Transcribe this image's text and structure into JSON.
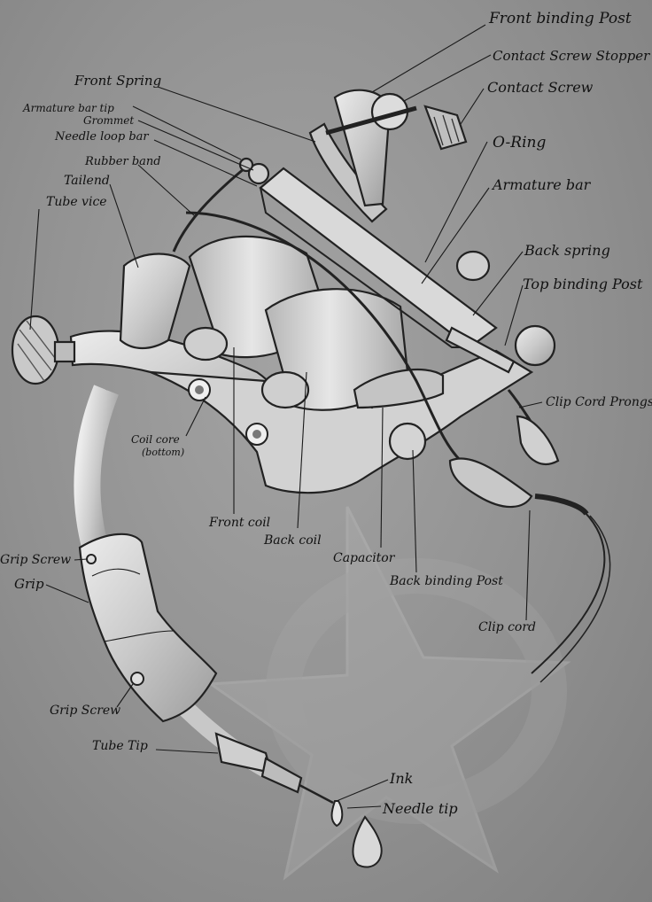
{
  "labels": {
    "front_binding_post": "Front binding Post",
    "contact_screw_stopper": "Contact Screw Stopper",
    "contact_screw": "Contact Screw",
    "o_ring": "O-Ring",
    "armature_bar": "Armature bar",
    "back_spring": "Back spring",
    "top_binding_post": "Top binding Post",
    "clip_cord_prongs": "Clip Cord Prongs",
    "front_spring": "Front Spring",
    "armature_bar_tip": "Armature bar tip",
    "grommet": "Grommet",
    "needle_loop_bar": "Needle loop bar",
    "rubber_band": "Rubber band",
    "tailend": "Tailend",
    "tube_vice": "Tube vice",
    "coil_core_line1": "Coil core",
    "coil_core_line2": "(bottom)",
    "front_coil": "Front coil",
    "back_coil": "Back coil",
    "capacitor": "Capacitor",
    "back_binding_post": "Back binding Post",
    "clip_cord": "Clip cord",
    "grip_screw_upper": "Grip Screw",
    "grip": "Grip",
    "grip_screw_lower": "Grip Screw",
    "tube_tip": "Tube Tip",
    "ink": "Ink",
    "needle_tip": "Needle tip"
  },
  "colors": {
    "background": "#8e8e8e",
    "ink_line": "#111111",
    "metal_light": "#dcdcdc",
    "metal_mid": "#bdbdbd",
    "metal_dark": "#9a9a9a",
    "watermark": "#a6a6a6"
  }
}
